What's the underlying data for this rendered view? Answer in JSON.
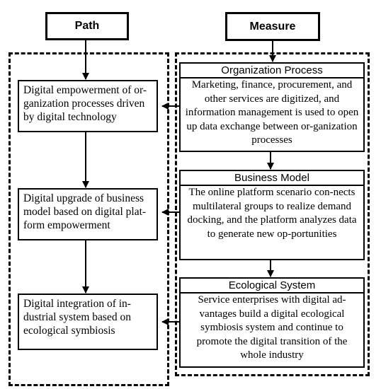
{
  "headers": {
    "path": "Path",
    "measure": "Measure"
  },
  "path_steps": [
    "Digital empowerment of or-ganization processes driven by digital technology",
    "Digital upgrade of business model based on digital plat-form empowerment",
    "Digital integration of in-dustrial system based on ecological symbiosis"
  ],
  "measures": [
    {
      "title": "Organization Process",
      "text": "Marketing, finance, procurement, and other services are digitized, and information management is used to open up data exchange between or-ganization processes"
    },
    {
      "title": "Business Model",
      "text": "The online platform scenario con-nects multilateral groups to realize demand docking, and the platform analyzes data to generate new op-portunities"
    },
    {
      "title": "Ecological System",
      "text": "Service enterprises with digital ad-vantages build a digital ecological symbiosis system and continue to promote the digital transition of the whole industry"
    }
  ]
}
